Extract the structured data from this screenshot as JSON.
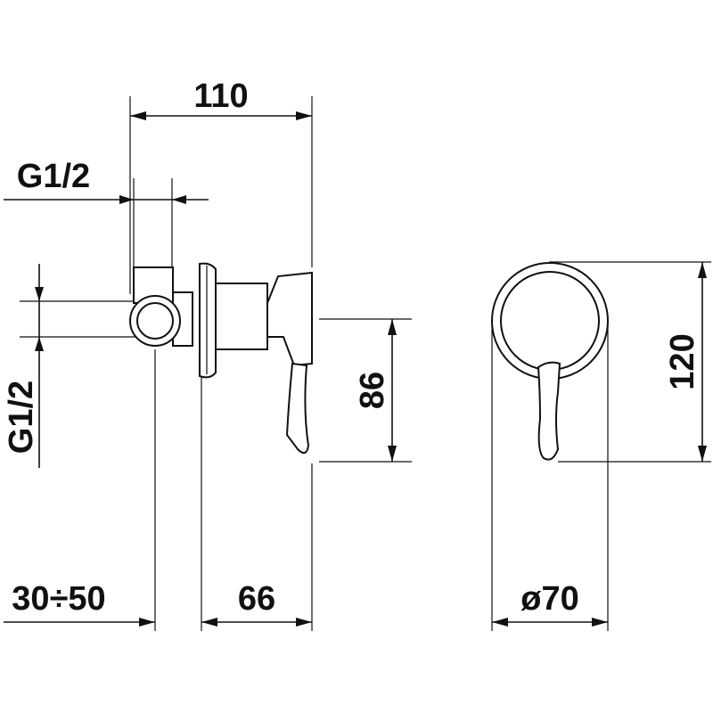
{
  "dimensions": {
    "overall_depth": "110",
    "inlet_thread_horizontal": "G1/2",
    "inlet_thread_vertical": "G1/2",
    "wall_adjustment": "30÷50",
    "projection": "66",
    "body_height": "86",
    "front_height": "120",
    "escutcheon_diameter": "ø70"
  }
}
